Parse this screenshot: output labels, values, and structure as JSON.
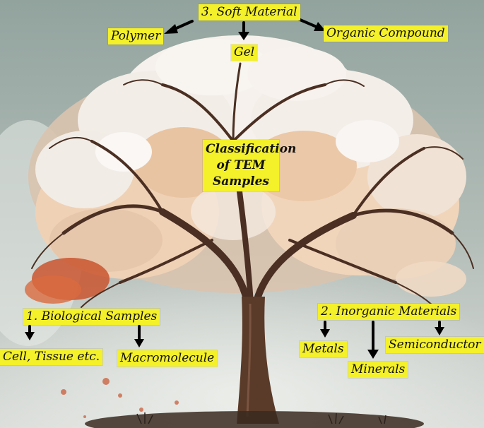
{
  "diagram": {
    "center": [
      "Classification",
      "of TEM",
      "Samples"
    ],
    "soft": {
      "title": "3. Soft Material",
      "children": [
        "Polymer",
        "Gel",
        "Organic Compound"
      ]
    },
    "bio": {
      "title": "1. Biological Samples",
      "children": [
        "Cell, Tissue etc.",
        "Macromolecule"
      ]
    },
    "inorganic": {
      "title": "2. Inorganic Materials",
      "children": [
        "Metals",
        "Minerals",
        "Semiconductor"
      ]
    }
  },
  "colors": {
    "label_fill": "#f4f02a",
    "sky": "#9aa9a4",
    "blossom_white": "#f6f3ef",
    "blossom_peach": "#efc9a6",
    "trunk": "#5a3a28",
    "accent_red": "#c9552f"
  }
}
